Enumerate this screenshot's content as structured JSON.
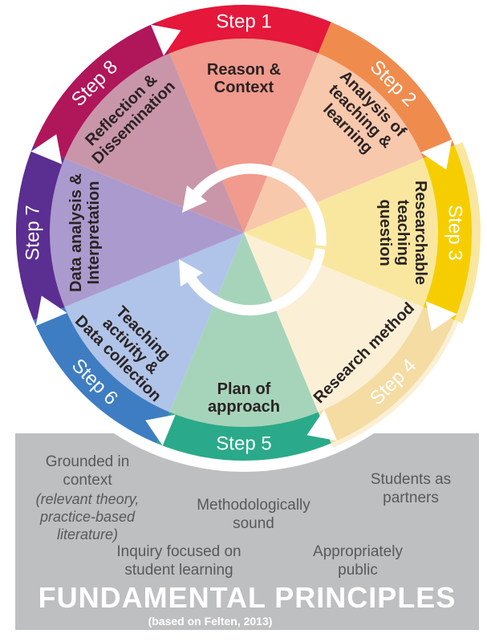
{
  "wheel": {
    "steps": [
      {
        "step_label": "Step 1",
        "label_lines": [
          "Reason &",
          "Context"
        ],
        "ring_color": "#E5173A",
        "inner_color": "#F09B8D"
      },
      {
        "step_label": "Step 2",
        "label_lines": [
          "Analysis of",
          "teaching &",
          "learning"
        ],
        "ring_color": "#F08B4E",
        "inner_color": "#F7C8AC"
      },
      {
        "step_label": "Step 3",
        "label_lines": [
          "Researchable",
          "teaching",
          "question"
        ],
        "ring_color": "#F6CE00",
        "inner_color": "#FAE79F"
      },
      {
        "step_label": "Step 4",
        "label_lines": [
          "Research method"
        ],
        "ring_color": "#F4DCA3",
        "inner_color": "#FBF0D5"
      },
      {
        "step_label": "Step 5",
        "label_lines": [
          "Plan of",
          "approach"
        ],
        "ring_color": "#2AAA8A",
        "inner_color": "#A6D4BA"
      },
      {
        "step_label": "Step 6",
        "label_lines": [
          "Teaching",
          "activity &",
          "Data collection"
        ],
        "ring_color": "#3E7DC2",
        "inner_color": "#AFC4E8"
      },
      {
        "step_label": "Step 7",
        "label_lines": [
          "Data analysis &",
          "Interpretation"
        ],
        "ring_color": "#5B2E91",
        "inner_color": "#AB9ACE"
      },
      {
        "step_label": "Step 8",
        "label_lines": [
          "Reflection &",
          "Dissemination"
        ],
        "ring_color": "#B0165A",
        "inner_color": "#C996A9"
      }
    ],
    "step_label_color": "#FFFFFF",
    "inner_label_color": "#2B2223",
    "arrow_color": "#FFFFFF"
  },
  "principles": {
    "title": "FUNDAMENTAL PRINCIPLES",
    "subtitle": "(based on Felten, 2013)",
    "panel_color": "#BDBFC1",
    "text_color": "#58595B",
    "items": [
      {
        "text": "Grounded in context",
        "note": "(relevant theory, practice-based literature)"
      },
      {
        "text": "Methodologically sound",
        "note": ""
      },
      {
        "text": "Students as partners",
        "note": ""
      },
      {
        "text": "Inquiry focused on student learning",
        "note": ""
      },
      {
        "text": "Appropriately public",
        "note": ""
      }
    ]
  }
}
